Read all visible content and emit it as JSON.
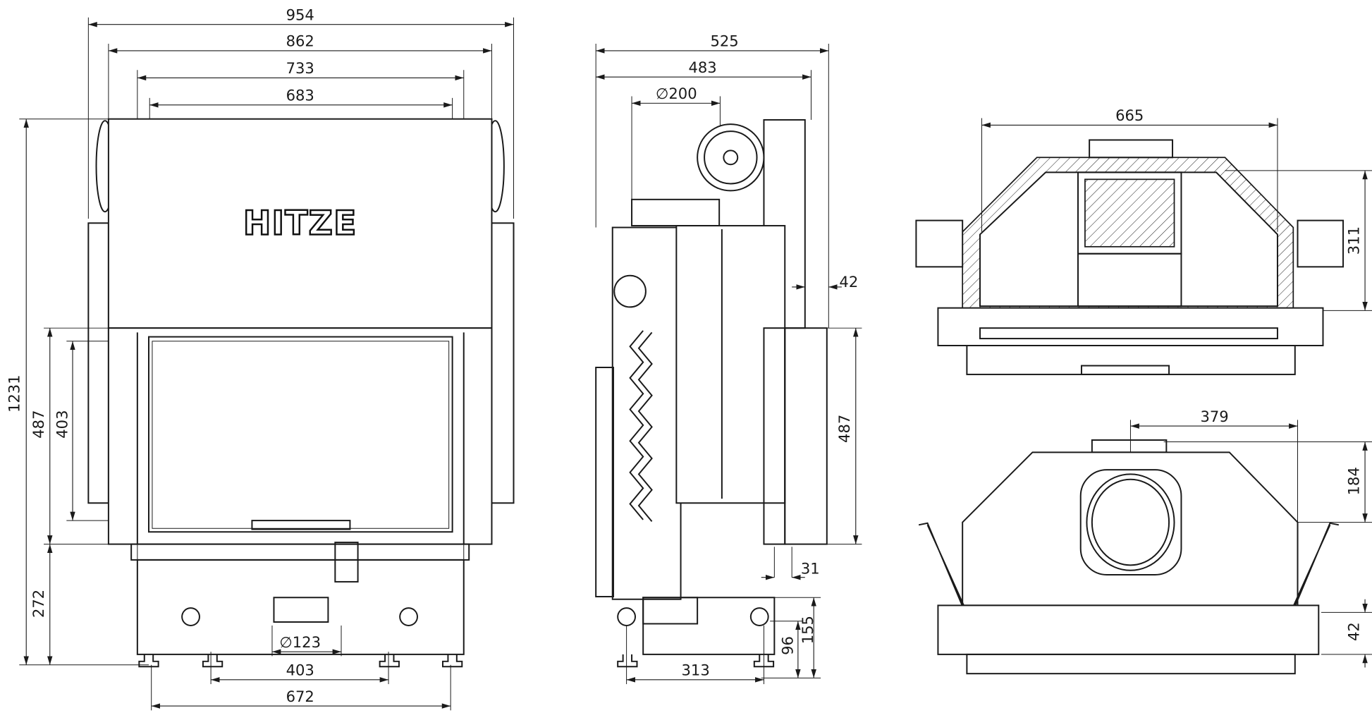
{
  "logo": "HITZE",
  "colors": {
    "line": "#1a1a1a",
    "background": "#ffffff"
  },
  "front_view": {
    "width_overall": "954",
    "width_body": "862",
    "width_frame": "733",
    "width_glass": "683",
    "height_total": "1231",
    "height_door": "487",
    "height_glass": "403",
    "height_base": "272",
    "flue_bottom": "∅123",
    "feet_spacing": "403",
    "feet_outer": "672"
  },
  "side_view": {
    "depth_overall": "525",
    "depth_body": "483",
    "flue_top": "∅200",
    "offset_back": "42",
    "height_door": "487",
    "offset_feet": "31",
    "feet_spacing": "313",
    "height_flue_bottom": "155",
    "height_feet": "96"
  },
  "top_view": {
    "width": "665",
    "depth": "311"
  },
  "bottom_view": {
    "flue_offset_x": "379",
    "flue_offset_y": "184",
    "front_offset": "42"
  }
}
